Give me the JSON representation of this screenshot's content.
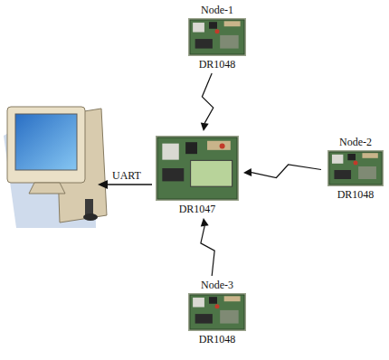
{
  "diagram": {
    "nodes": [
      {
        "text": [
          "Node-1",
          "DR1048"
        ]
      },
      {
        "text": [
          "DR1047"
        ]
      },
      {
        "text": [
          "Node-2",
          "DR1048"
        ]
      },
      {
        "text": [
          "Node-3",
          "DR1048"
        ]
      }
    ],
    "edges": [
      {
        "from": 0,
        "to": 1,
        "arrow": "to"
      },
      {
        "from": 2,
        "to": 1,
        "arrow": "to"
      },
      {
        "from": 3,
        "to": 1,
        "arrow": "to"
      }
    ],
    "labels": [
      "UART"
    ]
  }
}
